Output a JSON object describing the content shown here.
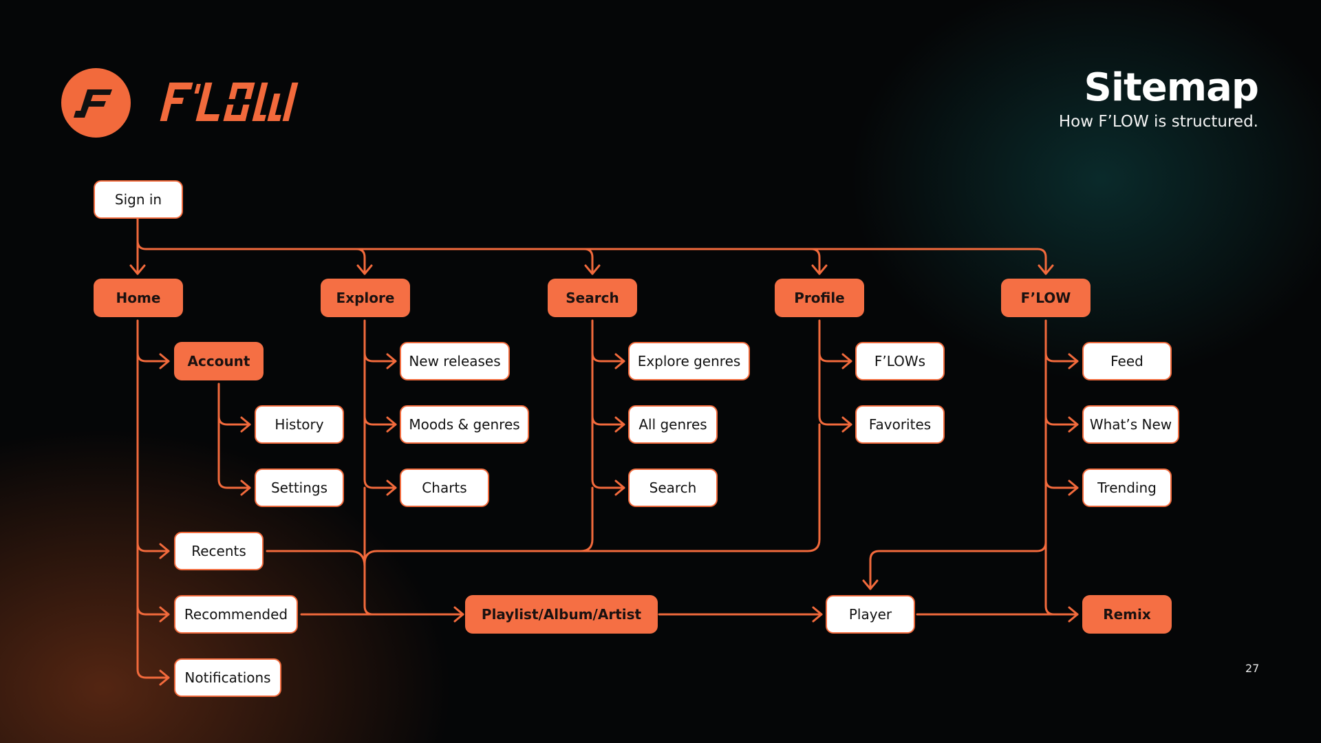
{
  "slide": {
    "title": "Sitemap",
    "subtitle": "How F’LOW is structured.",
    "page_number": "27"
  },
  "brand": {
    "wordmark": "F’LOW",
    "logo_icon": "f-monogram-icon",
    "accent_color": "#f26a3c",
    "node_fill_light": "#ffffff",
    "background_color": "#050607"
  },
  "sitemap": {
    "nodes": {
      "sign_in": "Sign in",
      "home": "Home",
      "explore": "Explore",
      "search": "Search",
      "profile": "Profile",
      "flow": "F’LOW",
      "account": "Account",
      "history": "History",
      "settings": "Settings",
      "recents": "Recents",
      "recommended": "Recommended",
      "notifications": "Notifications",
      "new_releases": "New releases",
      "moods_genres": "Moods & genres",
      "charts": "Charts",
      "explore_genres": "Explore genres",
      "all_genres": "All genres",
      "search_page": "Search",
      "flows": "F’LOWs",
      "favorites": "Favorites",
      "feed": "Feed",
      "whats_new": "What’s New",
      "trending": "Trending",
      "playlist_album_artist": "Playlist/Album/Artist",
      "player": "Player",
      "remix": "Remix"
    }
  }
}
